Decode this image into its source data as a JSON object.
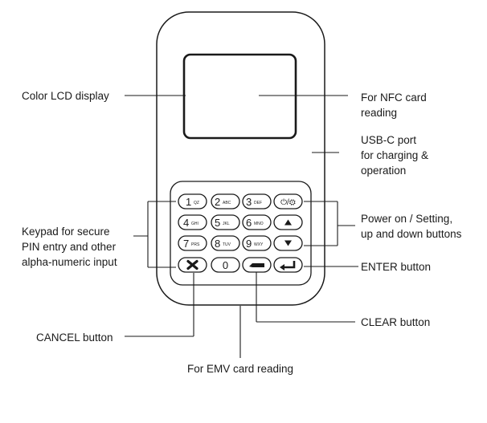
{
  "labels": {
    "lcd": "Color LCD display",
    "nfc_line1": "For NFC card",
    "nfc_line2": "reading",
    "usb_line1": "USB-C port",
    "usb_line2": "for charging &",
    "usb_line3": "operation",
    "keypad_line1": "Keypad for secure",
    "keypad_line2": "PIN entry and other",
    "keypad_line3": "alpha-numeric input",
    "power_line1": "Power on / Setting,",
    "power_line2": "up and down buttons",
    "enter": "ENTER button",
    "cancel": "CANCEL button",
    "clear": "CLEAR button",
    "emv": "For EMV card reading"
  },
  "keys": {
    "k1": {
      "num": "1",
      "sub": "QZ"
    },
    "k2": {
      "num": "2",
      "sub": "ABC"
    },
    "k3": {
      "num": "3",
      "sub": "DEF"
    },
    "k4": {
      "num": "4",
      "sub": "GHI"
    },
    "k5": {
      "num": "5",
      "sub": "JKL"
    },
    "k6": {
      "num": "6",
      "sub": "MNO"
    },
    "k7": {
      "num": "7",
      "sub": "PRS"
    },
    "k8": {
      "num": "8",
      "sub": "TUV"
    },
    "k9": {
      "num": "9",
      "sub": "WXY"
    },
    "k0": {
      "num": "0"
    },
    "power": {
      "text": "⏻/⚙"
    }
  },
  "icons": {
    "up": "triangle-up-icon",
    "down": "triangle-down-icon",
    "cancel": "x-icon",
    "clear": "backspace-icon",
    "enter": "enter-arrow-icon"
  }
}
